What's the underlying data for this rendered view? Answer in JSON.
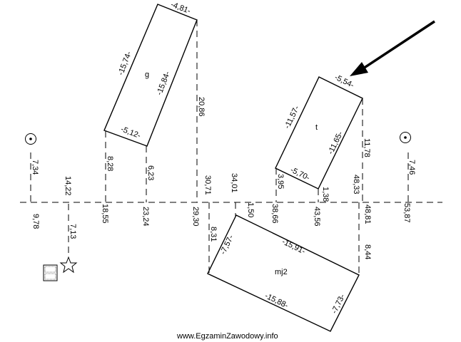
{
  "buildings": {
    "g": {
      "label": "g",
      "sides": {
        "top": "4,81",
        "left": "15,74",
        "right": "15,84",
        "bottom": "5,12"
      }
    },
    "t": {
      "label": "t",
      "sides": {
        "top": "5,54",
        "left": "11,57",
        "right": "11,65",
        "bottom": "5,70"
      }
    },
    "mj2": {
      "label": "mj2",
      "sides": {
        "top": "15,91",
        "left": "7,57",
        "right": "7,73",
        "bottom": "15,88"
      }
    }
  },
  "baseline": {
    "chainages": [
      "9,78",
      "14,22",
      "18,55",
      "23,24",
      "29,30",
      "30,71",
      "34,01",
      "38,66",
      "43,56",
      "48,33",
      "48,81",
      "53,87"
    ]
  },
  "offsets": {
    "left_point": "7,34",
    "g_left": "8,28",
    "g_right": "6,23",
    "long_up": "20,86",
    "t_left": "3,95",
    "t_right": "1,38",
    "t_far": "11,78",
    "right_point": "7,46",
    "below_point": "7,13",
    "mj2_left": "8,31",
    "mj2_mid": "1,50",
    "mj2_right": "8,44"
  },
  "watermark": "www.EgzaminZawodowy.info",
  "icons": [
    "survey-point-icon",
    "star-point-icon",
    "grid-box-icon",
    "arrow-icon"
  ]
}
